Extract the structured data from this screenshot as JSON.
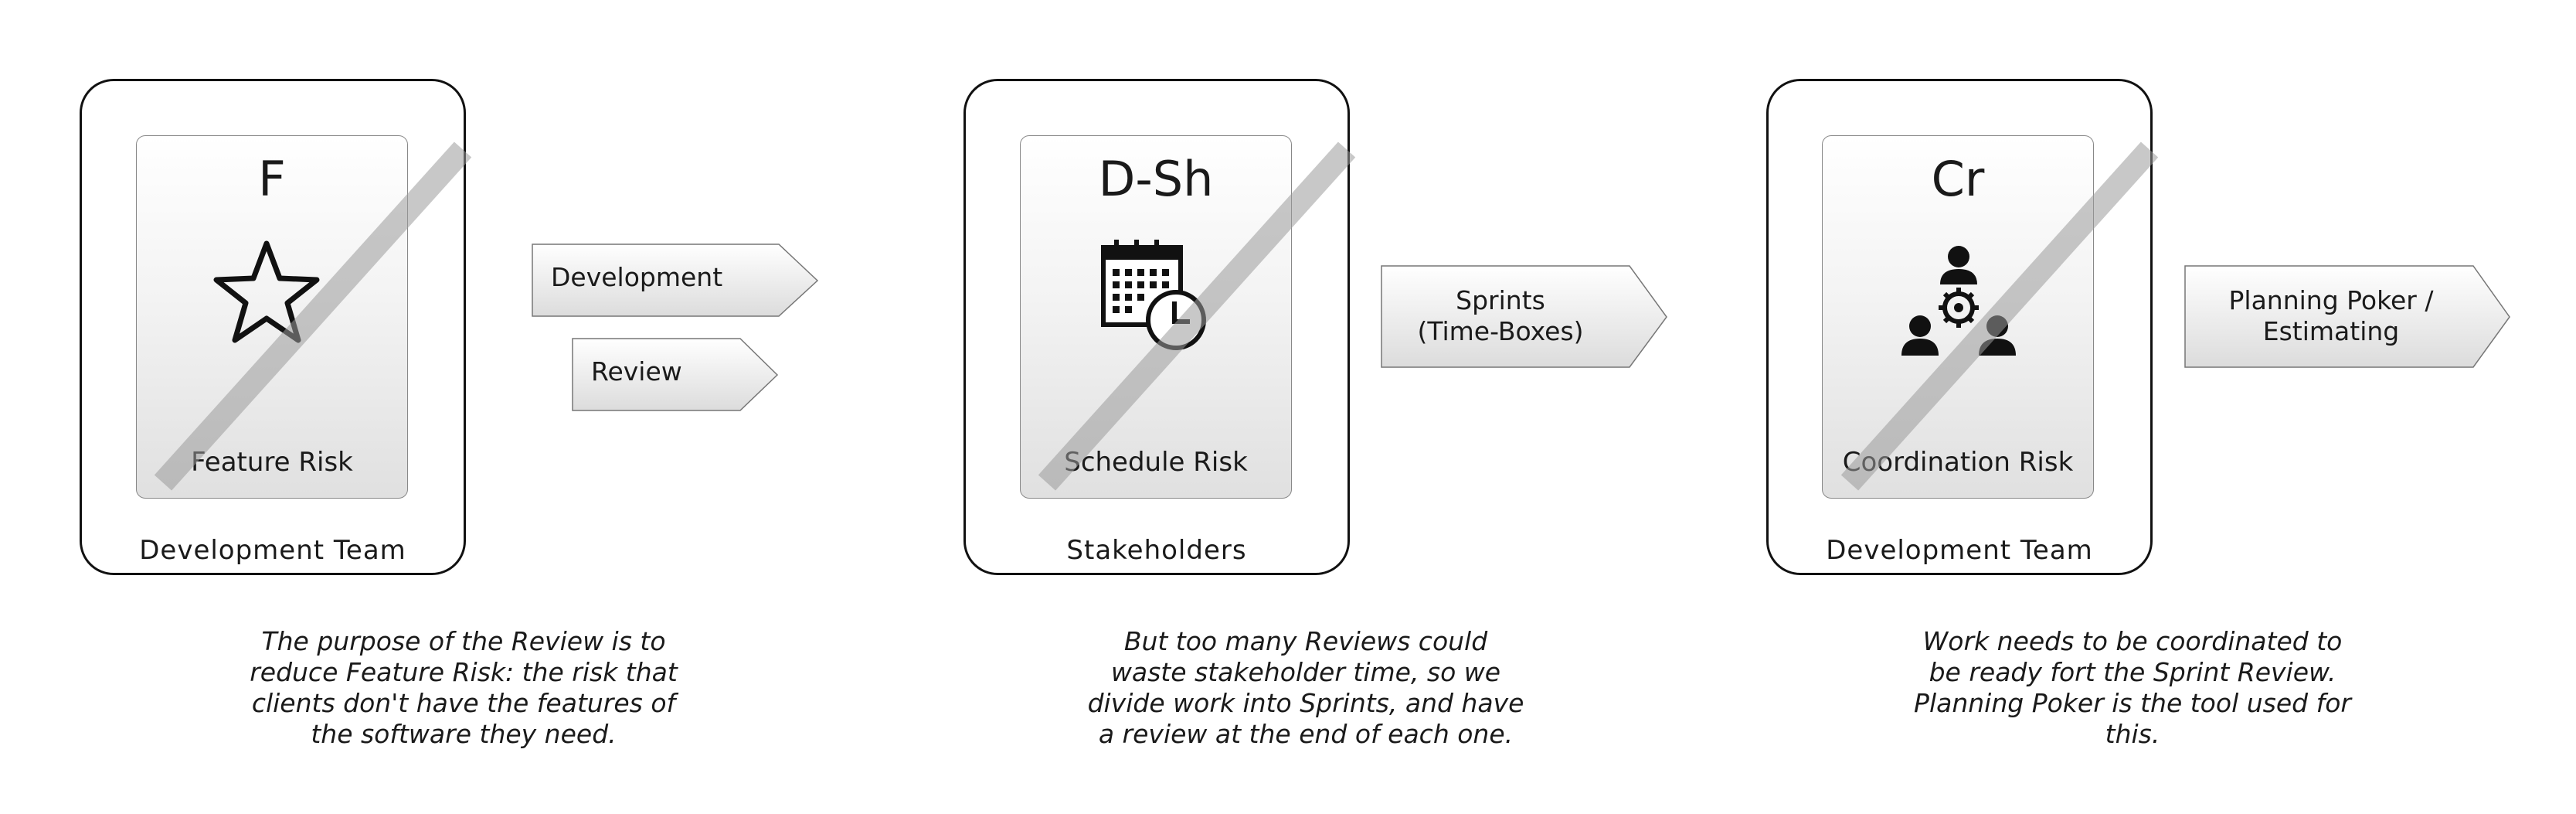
{
  "cards": [
    {
      "code": "F",
      "risk": "Feature Risk",
      "owner": "Development Team",
      "icon": "star-icon"
    },
    {
      "code": "D-Sh",
      "risk": "Schedule Risk",
      "owner": "Stakeholders",
      "icon": "calendar-clock-icon"
    },
    {
      "code": "Cr",
      "risk": "Coordination Risk",
      "owner": "Development Team",
      "icon": "team-coordination-icon"
    }
  ],
  "actions": {
    "development": "Development",
    "review": "Review",
    "sprints_line1": "Sprints",
    "sprints_line2": "(Time-Boxes)",
    "poker_line1": "Planning Poker /",
    "poker_line2": "Estimating"
  },
  "captions": [
    [
      "The purpose of the Review is to",
      "reduce Feature Risk: the risk that",
      "clients don't have the features of",
      "the software they need."
    ],
    [
      "But too many Reviews could",
      "waste stakeholder time, so we",
      "divide work into Sprints, and have",
      "a review at the end of each one."
    ],
    [
      "Work needs to be coordinated to",
      "be ready fort the Sprint Review.",
      "Planning Poker is the tool used for",
      "this."
    ]
  ]
}
